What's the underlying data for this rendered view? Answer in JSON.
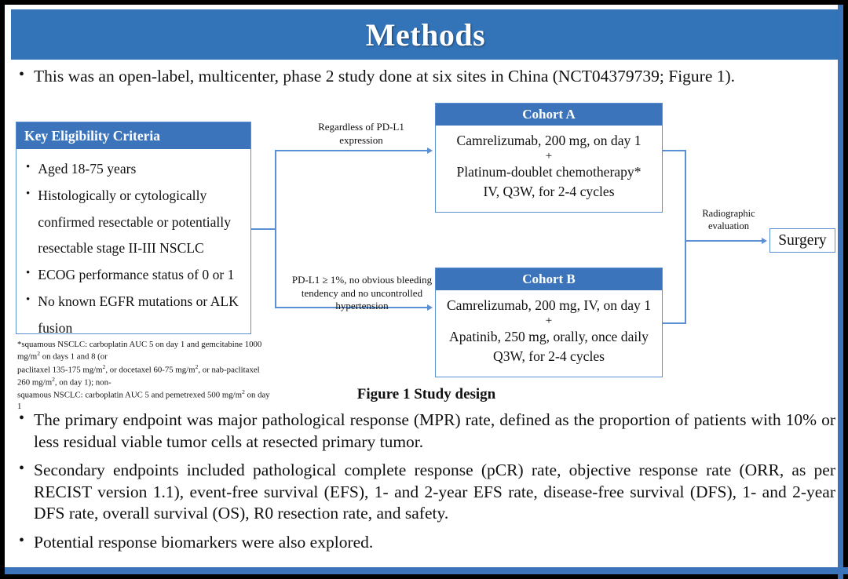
{
  "slide": {
    "title": "Methods",
    "intro_bullet": "This was an open-label, multicenter, phase 2 study done at six sites in China (NCT04379739; Figure 1).",
    "figure_caption": "Figure 1 Study design"
  },
  "colors": {
    "header_blue": "#3373B8",
    "box_header_blue": "#3C74BB",
    "box_border_blue": "#5B8FD4",
    "frame_black": "#000000",
    "text": "#111111"
  },
  "diagram": {
    "eligibility": {
      "header": "Key  Eligibility Criteria",
      "items": [
        "Aged 18-75 years",
        "Histologically or cytologically confirmed resectable or potentially resectable stage II-III  NSCLC",
        "ECOG performance status of 0 or 1",
        "No known EGFR mutations or ALK fusion"
      ]
    },
    "footnote_lines": [
      "*squamous NSCLC: carboplatin AUC 5 on day 1 and gemcitabine 1000 mg/m2 on days 1 and 8 (or",
      "paclitaxel 135-175 mg/m2, or docetaxel 60-75 mg/m2, or nab-paclitaxel 260 mg/m2, on day 1); non-",
      "squamous NSCLC: carboplatin AUC 5 and pemetrexed 500 mg/m2 on day 1"
    ],
    "cohort_a": {
      "header": "Cohort A",
      "line1": "Camrelizumab, 200 mg, on day 1",
      "plus": "+",
      "line2": "Platinum-doublet chemotherapy*",
      "line3": "IV, Q3W, for 2-4 cycles"
    },
    "cohort_b": {
      "header": "Cohort B",
      "line1": "Camrelizumab, 200 mg, IV, on day 1",
      "plus": "+",
      "line2": "Apatinib, 250 mg, orally, once daily",
      "line3": "Q3W, for 2-4 cycles"
    },
    "label_a": "Regardless  of PD-L1 expression",
    "label_b": "PD-L1 ≥ 1%, no obvious bleeding tendency and no uncontrolled  hypertension",
    "label_right": "Radiographic evaluation",
    "surgery": "Surgery"
  },
  "bullets": [
    "The primary endpoint was major pathological response (MPR) rate, defined as the proportion of patients with 10% or less residual viable tumor cells at resected primary tumor.",
    "Secondary endpoints included pathological complete response (pCR) rate, objective response rate (ORR, as per RECIST version 1.1), event-free survival (EFS), 1- and 2-year EFS rate, disease-free survival (DFS), 1- and 2-year DFS rate, overall survival (OS), R0 resection rate, and safety.",
    "Potential response biomarkers were also explored."
  ],
  "bullet_glyph": "•"
}
